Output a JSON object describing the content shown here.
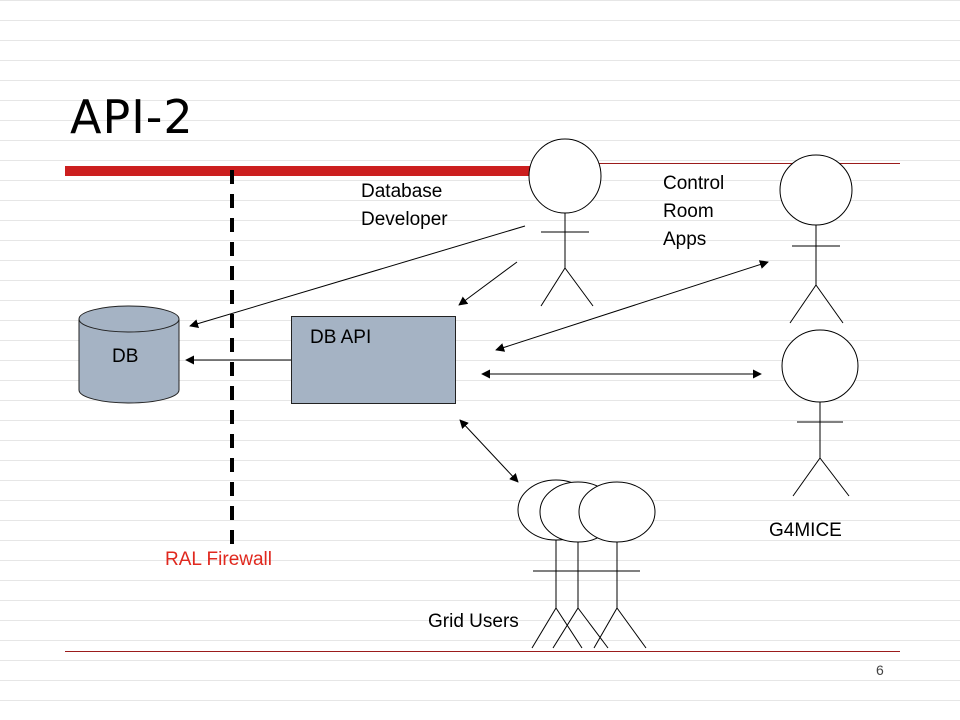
{
  "slide": {
    "title": "API-2",
    "page_number": "6"
  },
  "nodes": {
    "db": "DB",
    "db_api": "DB API"
  },
  "actors": {
    "database_developer": "Database\nDeveloper",
    "control_room_apps": "Control\nRoom\nApps",
    "g4mice": "G4MICE",
    "grid_users": "Grid Users"
  },
  "firewall": {
    "label": "RAL Firewall",
    "color": "#e0281e"
  },
  "colors": {
    "title_bar": "#cc1f1f",
    "db_fill": "#a5b3c4"
  }
}
